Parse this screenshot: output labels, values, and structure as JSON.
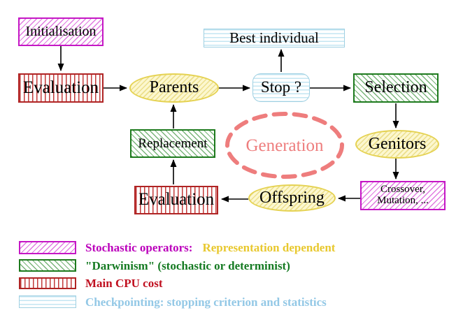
{
  "diagram": {
    "nodes": {
      "initialisation": {
        "label": "Initialisation"
      },
      "evaluation_top": {
        "label": "Evaluation"
      },
      "parents": {
        "label": "Parents"
      },
      "best_individual": {
        "label": "Best individual"
      },
      "stop": {
        "label": "Stop ?"
      },
      "selection": {
        "label": "Selection"
      },
      "genitors": {
        "label": "Genitors"
      },
      "crossover_mutation": {
        "line1": "Crossover,",
        "line2": "Mutation, ..."
      },
      "offspring": {
        "label": "Offspring"
      },
      "evaluation_bottom": {
        "label": "Evaluation"
      },
      "replacement": {
        "label": "Replacement"
      },
      "generation": {
        "label": "Generation"
      }
    },
    "legend": {
      "items": [
        {
          "swatch": "magenta-diagonal-hatch",
          "label": "Stochastic operators:",
          "label2": "Representation dependent"
        },
        {
          "swatch": "green-diagonal-hatch",
          "label": "\"Darwinism\" (stochastic or determinist)"
        },
        {
          "swatch": "red-vertical-hatch",
          "label": "Main CPU cost"
        },
        {
          "swatch": "cyan-horizontal-hatch",
          "label": "Checkpointing: stopping criterion and statistics"
        }
      ]
    },
    "colors": {
      "magenta": "#c517c5",
      "green": "#1d7a1d",
      "red": "#b02424",
      "cyan": "#9fd0e2",
      "yellow": "#e5d252",
      "salmon": "#ee7d7d",
      "legend_magenta_text": "#bb00bb",
      "legend_gold_text": "#e8c82e",
      "legend_green_text": "#157a22",
      "legend_red_text": "#c01020",
      "legend_cyan_text": "#93c8e6"
    }
  }
}
